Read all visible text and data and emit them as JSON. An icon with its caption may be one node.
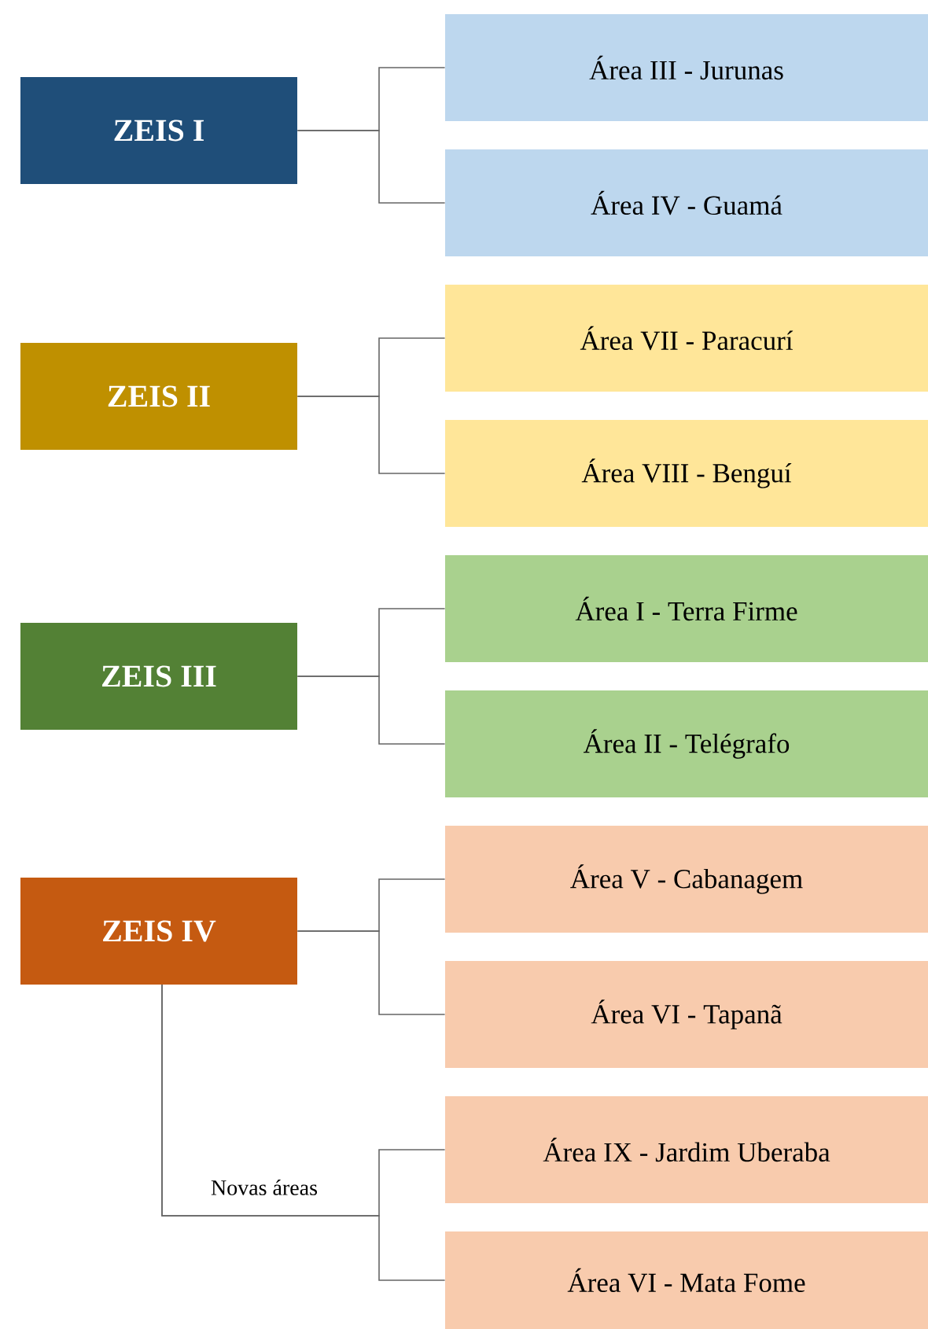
{
  "diagram": {
    "nodes": [
      {
        "text": [
          "ZEIS I"
        ]
      },
      {
        "text": [
          "Área III - Jurunas"
        ]
      },
      {
        "text": [
          "Área IV - Guamá"
        ]
      },
      {
        "text": [
          "ZEIS II"
        ]
      },
      {
        "text": [
          "Área VII - Paracurí"
        ]
      },
      {
        "text": [
          "Área VIII - Benguí"
        ]
      },
      {
        "text": [
          "ZEIS III"
        ]
      },
      {
        "text": [
          "Área I - Terra Firme"
        ]
      },
      {
        "text": [
          "Área II - Telégrafo"
        ]
      },
      {
        "text": [
          "ZEIS IV"
        ]
      },
      {
        "text": [
          "Área V - Cabanagem"
        ]
      },
      {
        "text": [
          "Área VI - Tapanã"
        ]
      },
      {
        "text": [
          "Área IX - Jardim Uberaba"
        ]
      },
      {
        "text": [
          "Área VI - Mata Fome"
        ]
      }
    ],
    "edges": [
      {
        "from": 0,
        "to": 1,
        "arrow": "none"
      },
      {
        "from": 0,
        "to": 2,
        "arrow": "none"
      },
      {
        "from": 3,
        "to": 4,
        "arrow": "none"
      },
      {
        "from": 3,
        "to": 5,
        "arrow": "none"
      },
      {
        "from": 6,
        "to": 7,
        "arrow": "none"
      },
      {
        "from": 6,
        "to": 8,
        "arrow": "none"
      },
      {
        "from": 9,
        "to": 10,
        "arrow": "none"
      },
      {
        "from": 9,
        "to": 11,
        "arrow": "none"
      },
      {
        "from": 9,
        "to": 12,
        "arrow": "none",
        "label": "Novas áreas"
      },
      {
        "from": 9,
        "to": 13,
        "arrow": "none"
      }
    ]
  }
}
